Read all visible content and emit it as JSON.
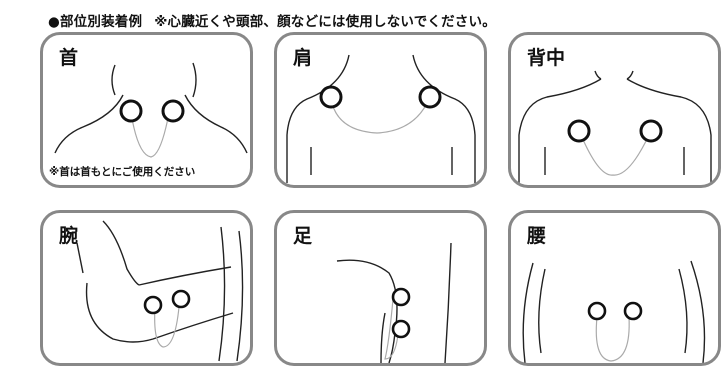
{
  "header": {
    "title": "●部位別装着例",
    "note": "※心臓近くや頭部、顔などには使用しないでください。"
  },
  "panels": [
    {
      "label": "首",
      "sub": "※首は首もとにご使用ください"
    },
    {
      "label": "肩"
    },
    {
      "label": "背中"
    },
    {
      "label": "腕"
    },
    {
      "label": "足"
    },
    {
      "label": "腰"
    }
  ]
}
